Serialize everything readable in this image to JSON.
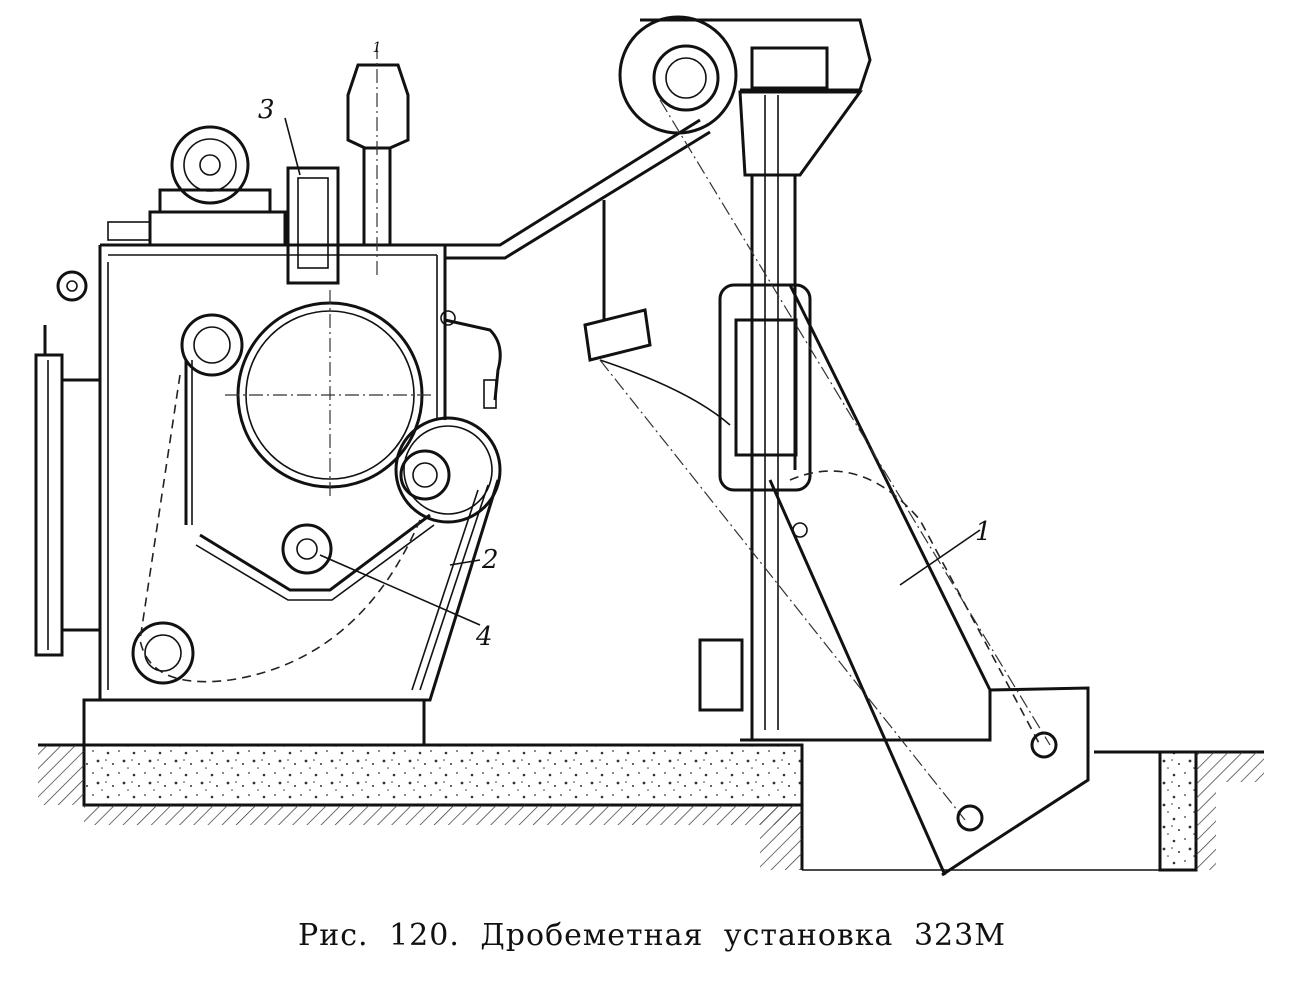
{
  "figure": {
    "caption": "Рис. 120. Дробеметная установка 323М",
    "labels": {
      "part_1_top": "1",
      "part_1": "1",
      "part_2": "2",
      "part_3": "3",
      "part_4": "4"
    }
  }
}
